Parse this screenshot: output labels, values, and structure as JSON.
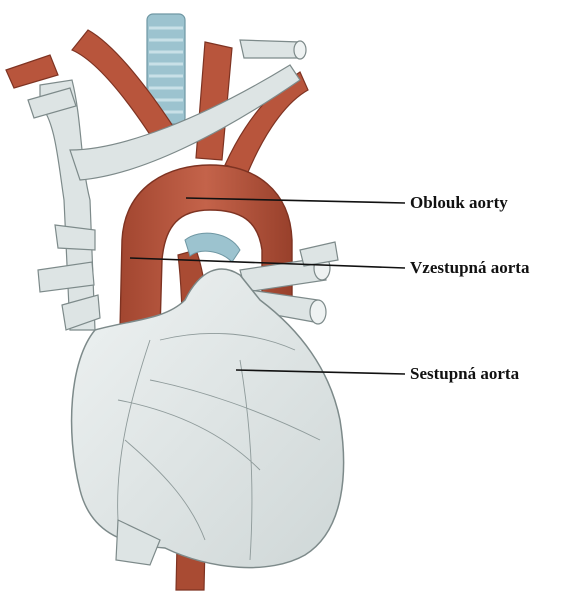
{
  "labels": {
    "arch": "Oblouk aorty",
    "ascending": "Vzestupná aorta",
    "descending": "Sestupná aorta"
  },
  "colors": {
    "aorta": "#b8553c",
    "aorta_dark": "#8f3b27",
    "vessel": "#dde4e4",
    "vessel_outline": "#7d8a8a",
    "trachea": "#9cc3cf",
    "leader_line": "#111111"
  }
}
